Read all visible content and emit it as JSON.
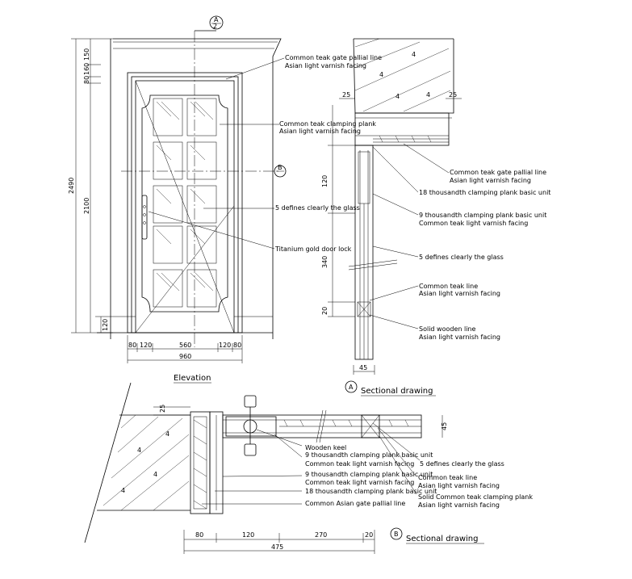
{
  "marker_a": "A",
  "marker_b": "B",
  "elevation": {
    "title": "Elevation",
    "dims_vertical": [
      "2490",
      "2100",
      "150",
      "160",
      "80",
      "120"
    ],
    "dims_horizontal": [
      "80",
      "120",
      "560",
      "120",
      "80",
      "960"
    ],
    "callouts": [
      [
        "Common teak gate pallial line",
        "Asian light varnish facing"
      ],
      [
        "Common teak clamping plank",
        "Asian light varnish facing"
      ],
      [
        "5 defines clearly the glass"
      ],
      [
        "Titanium gold door lock"
      ]
    ]
  },
  "section_a": {
    "title": "Sectional drawing",
    "dims": [
      "25",
      "25",
      "120",
      "340",
      "20",
      "45"
    ],
    "callouts": [
      [
        "Common teak gate pallial line",
        "Asian light varnish facing"
      ],
      [
        "18 thousandth clamping plank basic unit"
      ],
      [
        "9 thousandth clamping plank basic unit",
        "Common teak light varnish facing"
      ],
      [
        "5 defines clearly the glass"
      ],
      [
        "Common teak line",
        "Asian light varnish facing"
      ],
      [
        "Solid wooden line",
        "Asian light varnish facing"
      ]
    ]
  },
  "section_b": {
    "title": "Sectional drawing",
    "dims": [
      "25",
      "45",
      "80",
      "120",
      "270",
      "20",
      "475"
    ],
    "callouts": [
      [
        "Wooden keel"
      ],
      [
        "9 thousandth clamping plank basic unit",
        "Common teak light varnish facing"
      ],
      [
        "5 defines clearly the glass"
      ],
      [
        "9 thousandth clamping plank basic unit",
        "Common teak light varnish facing"
      ],
      [
        "Common teak line",
        "Asian light varnish facing"
      ],
      [
        "18 thousandth clamping plank basic unit"
      ],
      [
        "Solid Common teak clamping plank",
        "Asian light varnish facing"
      ],
      [
        "Common Asian gate pallial line"
      ]
    ]
  }
}
